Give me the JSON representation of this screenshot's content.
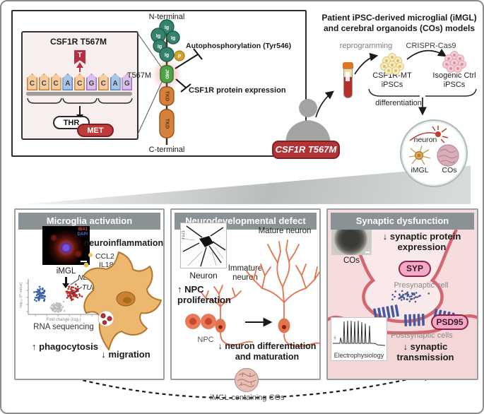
{
  "mutation_box": {
    "title": "CSF1R T567M",
    "inserted_base": "T",
    "dna": [
      "C",
      "C",
      "C",
      "A",
      "C",
      "G",
      "C",
      "A",
      "G"
    ],
    "wild_codon_aa": "THR",
    "mutant_codon_aa": "MET"
  },
  "receptor": {
    "n_terminal": "N-terminal",
    "c_terminal": "C-terminal",
    "ig": "Ig",
    "p": "P",
    "jmd": "JMD",
    "tkd": "TKD",
    "mutation": "T567M",
    "effect_autophosphorylation": "Autophosphorylation (Tyr546)",
    "effect_expression": "CSF1R protein expression"
  },
  "patient": {
    "badge": "CSF1R T567M"
  },
  "model_panel": {
    "title_line1": "Patient iPSC-derived microglial (iMGL)",
    "title_line2": "and cerebral organoids (COs) models",
    "reprogramming": "reprogramming",
    "crispr": "CRISPR-Cas9",
    "mt_line1": "CSF1R-MT",
    "mt_line2": "iPSCs",
    "ctrl_line1": "Isogenic Ctrl",
    "ctrl_line2": "iPSCs",
    "differentiation": "differentiation",
    "dish": {
      "neuron": "neuron",
      "imgl": "iMGL",
      "cos": "COs"
    }
  },
  "panel_microglia": {
    "title": "Microglia activation",
    "stain1": "IBA1",
    "stain2": "DAPI",
    "micrograph_caption": "iMGL",
    "gene1": "NLRP1",
    "gene2": "TUBB4A",
    "xlabel": "Fold change (log₂)",
    "ylabel": "-log₁₀ (P-value)",
    "method": "RNA sequencing",
    "finding_top": "↑ neuroinflammation",
    "cytokine1": "CCL2",
    "cytokine2": "IL18",
    "finding_bottom_left": "↑ phagocytosis",
    "finding_bottom_right": "↓ migration"
  },
  "panel_neuro": {
    "title": "Neurodevelopmental defect",
    "stain": "TuJ1",
    "micrograph_caption": "Neuron",
    "mature": "Mature neuron",
    "immature": "Immature neuron",
    "finding_npc": "↑ NPC proliferation",
    "npc": "NPC",
    "finding_bottom": "↓ neuron differentiation and maturation"
  },
  "panel_synapse": {
    "title": "Synaptic dysfunction",
    "micrograph_caption": "COs",
    "finding_top": "↓ synaptic protein expression",
    "pill_syp": "SYP",
    "pre": "Presynaptic cell",
    "pill_psd95": "PSD95",
    "post": "Postsynaptic cells",
    "finding_bottom": "↓ synaptic transmission",
    "method": "Electrophysiology"
  },
  "bottom": {
    "caption": "iMGL-containing COs"
  }
}
